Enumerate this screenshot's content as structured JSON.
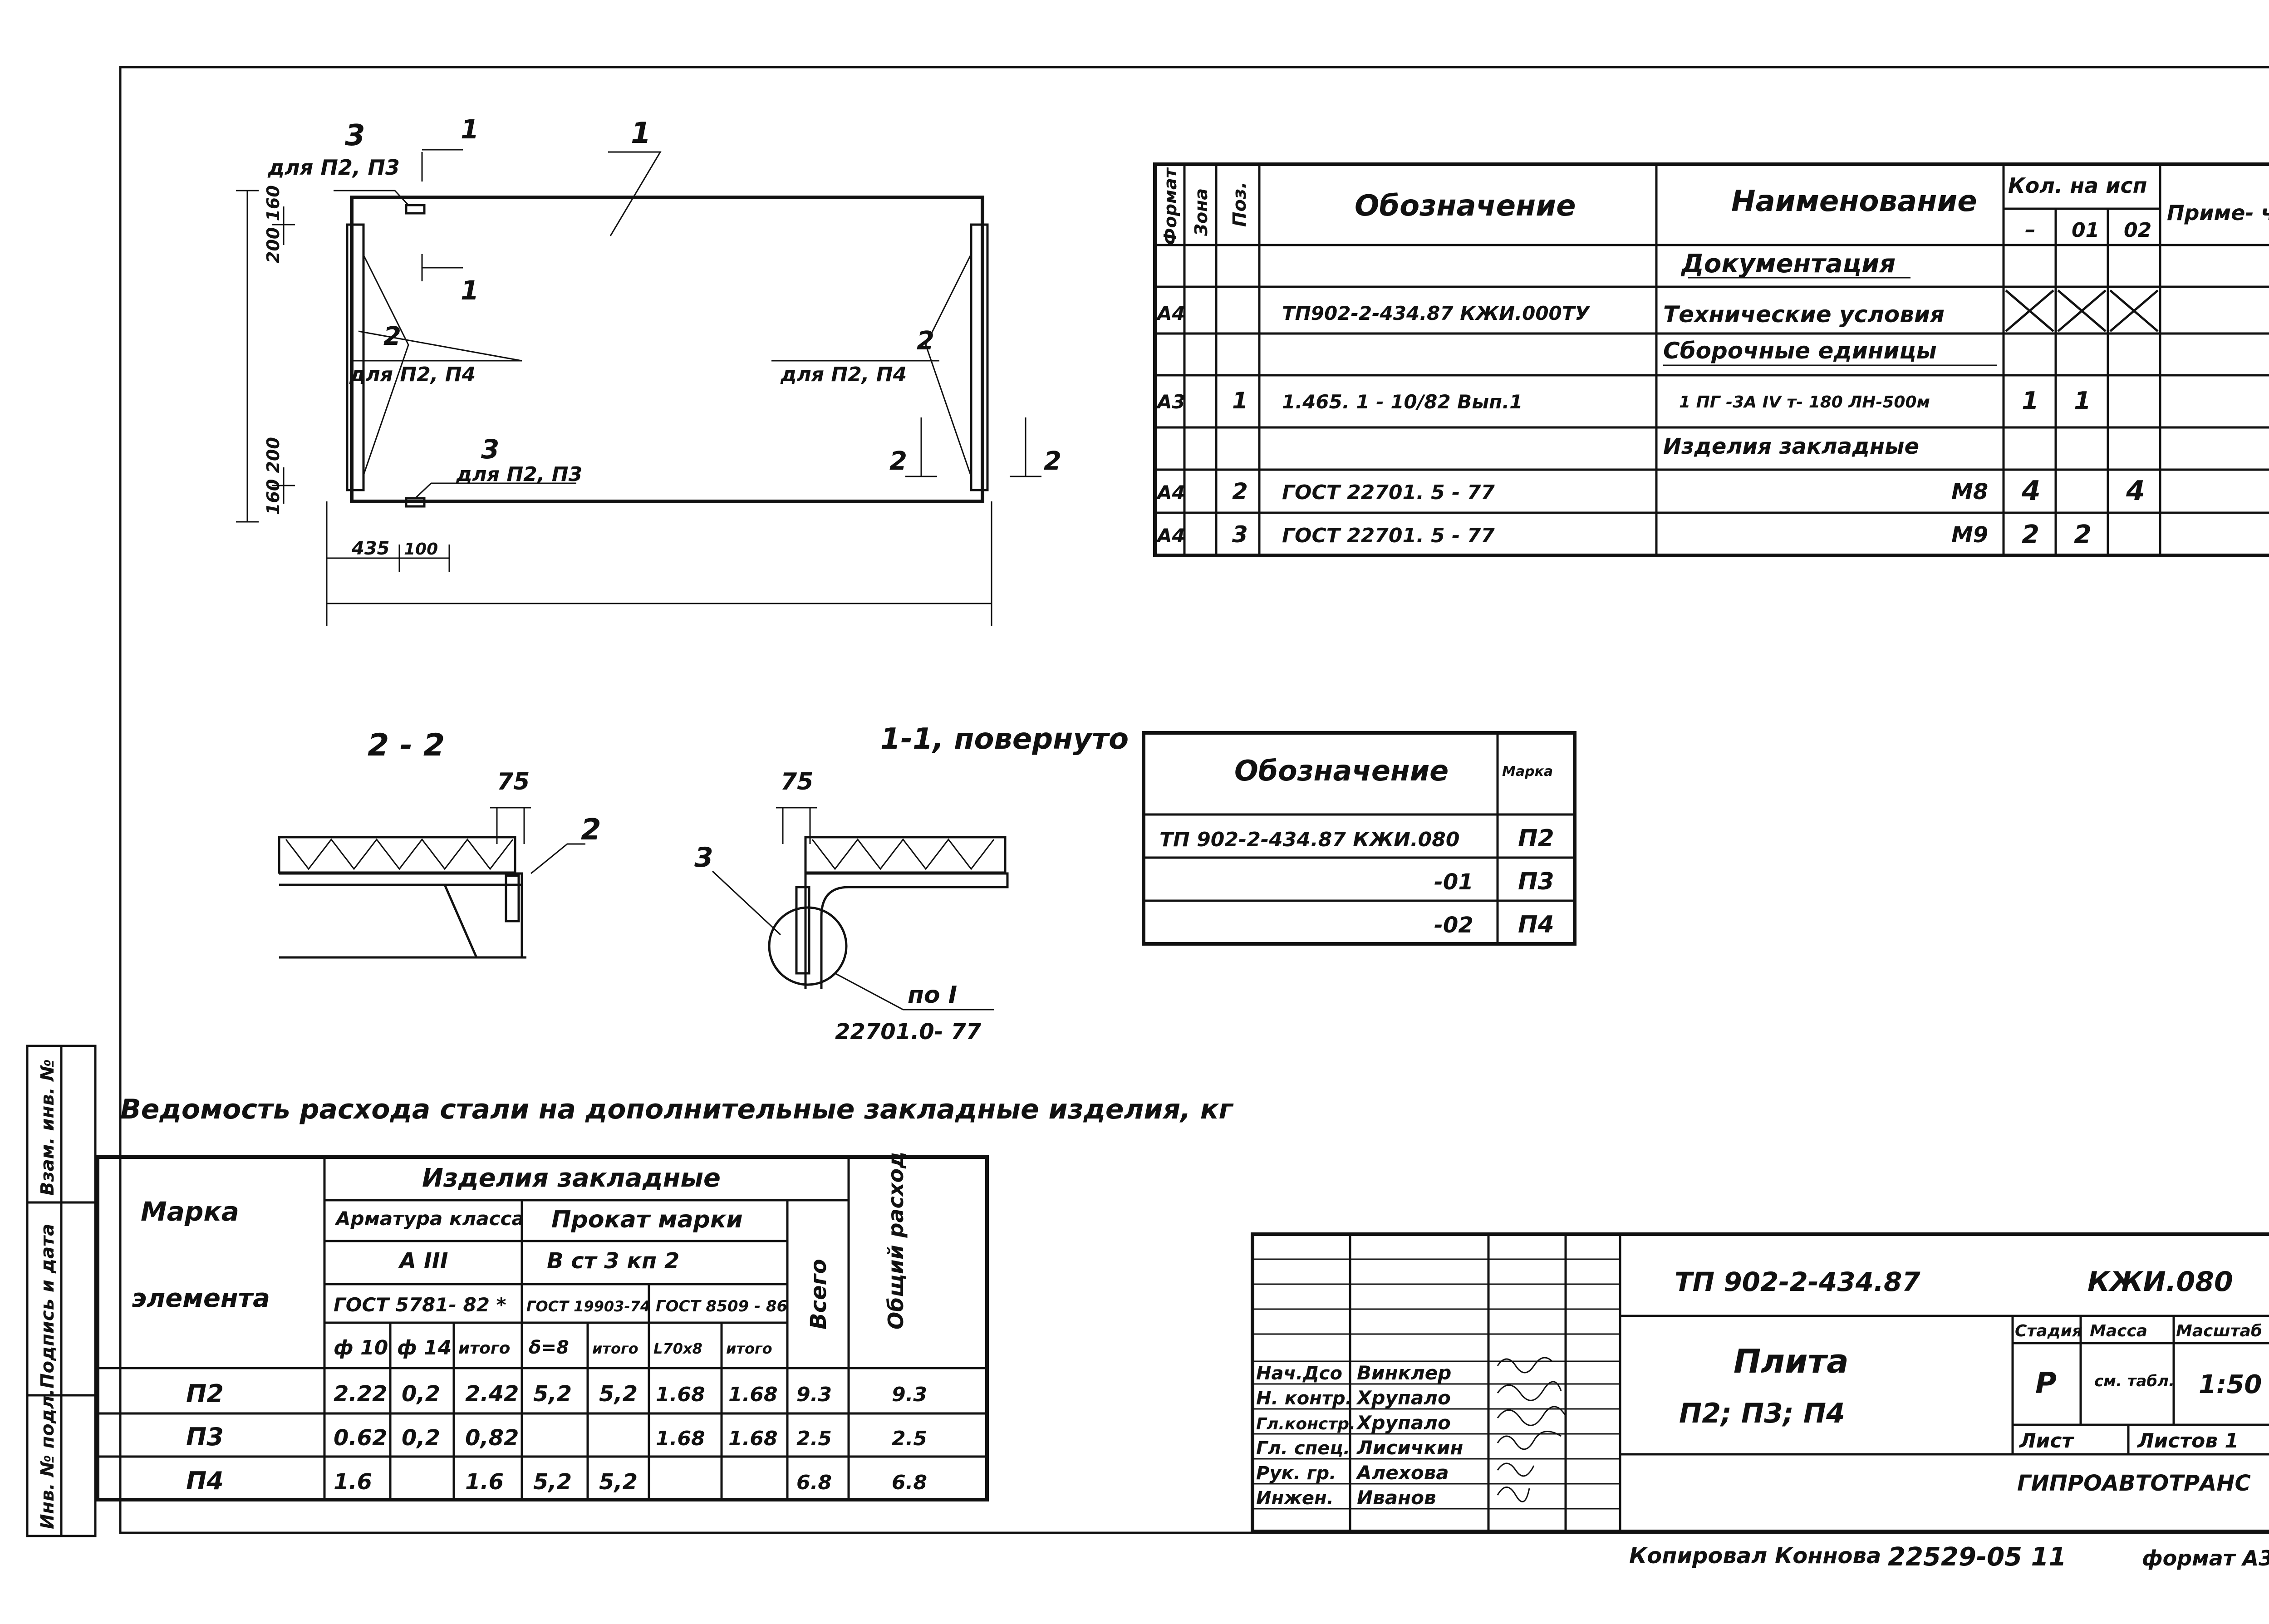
{
  "drawing": {
    "labels": {
      "pos1": "1",
      "pos2": "2",
      "pos3": "3",
      "for_p2_p3_top": "для П2, П3",
      "for_p2_p3_bottom": "для П2, П3",
      "for_p2_p4_left": "для П2, П4",
      "for_p2_p4_right": "для П2, П4",
      "dim_200_160": "200 160",
      "dim_160_200": "160 200",
      "dim_435": "435",
      "dim_100": "100",
      "section_1_top": "1",
      "section_1_bottom": "1",
      "section_2_left": "2",
      "section_2_right": "2"
    },
    "sections": {
      "s22_title": "2 - 2",
      "s11_title": "1-1, повернуто",
      "dim_75_a": "75",
      "dim_75_b": "75",
      "pos2": "2",
      "pos3": "3",
      "ref_node": "по I",
      "ref_series": "22701.0- 77"
    }
  },
  "spec_table": {
    "headers": {
      "format": "Формат",
      "zone": "Зона",
      "pos": "Поз.",
      "designation": "Обозначение",
      "name": "Наименование",
      "qty": "Кол. на исп",
      "qty_dash": "–",
      "qty_01": "01",
      "qty_02": "02",
      "note": "Приме- чание"
    },
    "rows": [
      {
        "format": "",
        "pos": "",
        "designation": "",
        "name": "Документация",
        "q0": "",
        "q1": "",
        "q2": ""
      },
      {
        "format": "А4",
        "pos": "",
        "designation": "ТП902-2-434.87 КЖИ.000ТУ",
        "name": "Технические условия",
        "q0": "",
        "q1": "",
        "q2": ""
      },
      {
        "format": "",
        "pos": "",
        "designation": "",
        "name": "Сборочные единицы",
        "q0": "",
        "q1": "",
        "q2": ""
      },
      {
        "format": "А3",
        "pos": "1",
        "designation": "1.465. 1 - 10/82    Вып.1",
        "name": "1 ПГ -3А IV т- 180 ЛН-500м",
        "q0": "1",
        "q1": "1",
        "q2": ""
      },
      {
        "format": "",
        "pos": "",
        "designation": "",
        "name": "Изделия закладные",
        "q0": "",
        "q1": "",
        "q2": ""
      },
      {
        "format": "А4",
        "pos": "2",
        "designation": "ГОСТ   22701. 5 - 77",
        "name": "М8",
        "q0": "4",
        "q1": "",
        "q2": "4"
      },
      {
        "format": "А4",
        "pos": "3",
        "designation": "ГОСТ   22701. 5 - 77",
        "name": "М9",
        "q0": "2",
        "q1": "2",
        "q2": ""
      }
    ]
  },
  "marks_table": {
    "headers": {
      "designation": "Обозначение",
      "mark": "Марка"
    },
    "rows": [
      {
        "designation": "ТП 902-2-434.87    КЖИ.080",
        "mark": "П2"
      },
      {
        "designation": "-01",
        "mark": "П3"
      },
      {
        "designation": "-02",
        "mark": "П4"
      }
    ]
  },
  "steel_table": {
    "title": "Ведомость расхода стали на дополнительные закладные изделия, кг",
    "headers": {
      "mark": "Марка",
      "element": "элемента",
      "embedded": "Изделия   закладные",
      "rebar_class": "Арматура класса",
      "a3": "А III",
      "gost5781": "ГОСТ 5781- 82 *",
      "rolled": "Прокат марки",
      "st3": "В ст 3  кп 2",
      "gost19903": "ГОСТ 19903-74",
      "gost8509": "ГОСТ 8509 - 86",
      "total": "Всего",
      "overall": "Общий расход",
      "f10": "ф 10",
      "f14": "ф 14",
      "itogo1": "итого",
      "d8": "δ=8",
      "itogo2": "итого",
      "l70": "L70х8",
      "itogo3": "итого"
    },
    "rows": [
      {
        "mark": "П2",
        "f10": "2.22",
        "f14": "0,2",
        "it1": "2.42",
        "d8": "5,2",
        "it2": "5,2",
        "l70": "1.68",
        "it3": "1.68",
        "total": "9.3",
        "overall": "9.3"
      },
      {
        "mark": "П3",
        "f10": "0.62",
        "f14": "0,2",
        "it1": "0,82",
        "d8": "",
        "it2": "",
        "l70": "1.68",
        "it3": "1.68",
        "total": "2.5",
        "overall": "2.5"
      },
      {
        "mark": "П4",
        "f10": "1.6",
        "f14": "",
        "it1": "1.6",
        "d8": "5,2",
        "it2": "5,2",
        "l70": "",
        "it3": "",
        "total": "6.8",
        "overall": "6.8"
      }
    ]
  },
  "side_stamp": {
    "inv_orig": "Инв. № подл.",
    "sign_date": "Подпись и дата",
    "replace_inv": "Взам. инв. №"
  },
  "title_block": {
    "doc_code": "ТП 902-2-434.87",
    "sheet_code": "КЖИ.080",
    "title": "Плита",
    "subtitle": "П2;  П3;  П4",
    "stage_label": "Стадия",
    "mass_label": "Масса",
    "scale_label": "Масштаб",
    "stage": "Р",
    "mass": "см. табл.",
    "scale": "1:50",
    "sheet_label": "Лист",
    "sheets_label": "Листов 1",
    "org": "ГИПРОАВТОТРАНС",
    "roles": [
      {
        "role": "Нач.Дсо",
        "name": "Винклер"
      },
      {
        "role": "Н. контр.",
        "name": "Хрупало"
      },
      {
        "role": "Гл.констр.",
        "name": "Хрупало"
      },
      {
        "role": "Гл. спец.",
        "name": "Лисичкин"
      },
      {
        "role": "Рук. гр.",
        "name": "Алехова"
      },
      {
        "role": "Инжен.",
        "name": "Иванов"
      }
    ]
  },
  "footer": {
    "copied": "Копировал  Коннова",
    "number": "22529-05  11",
    "format": "формат А3"
  }
}
